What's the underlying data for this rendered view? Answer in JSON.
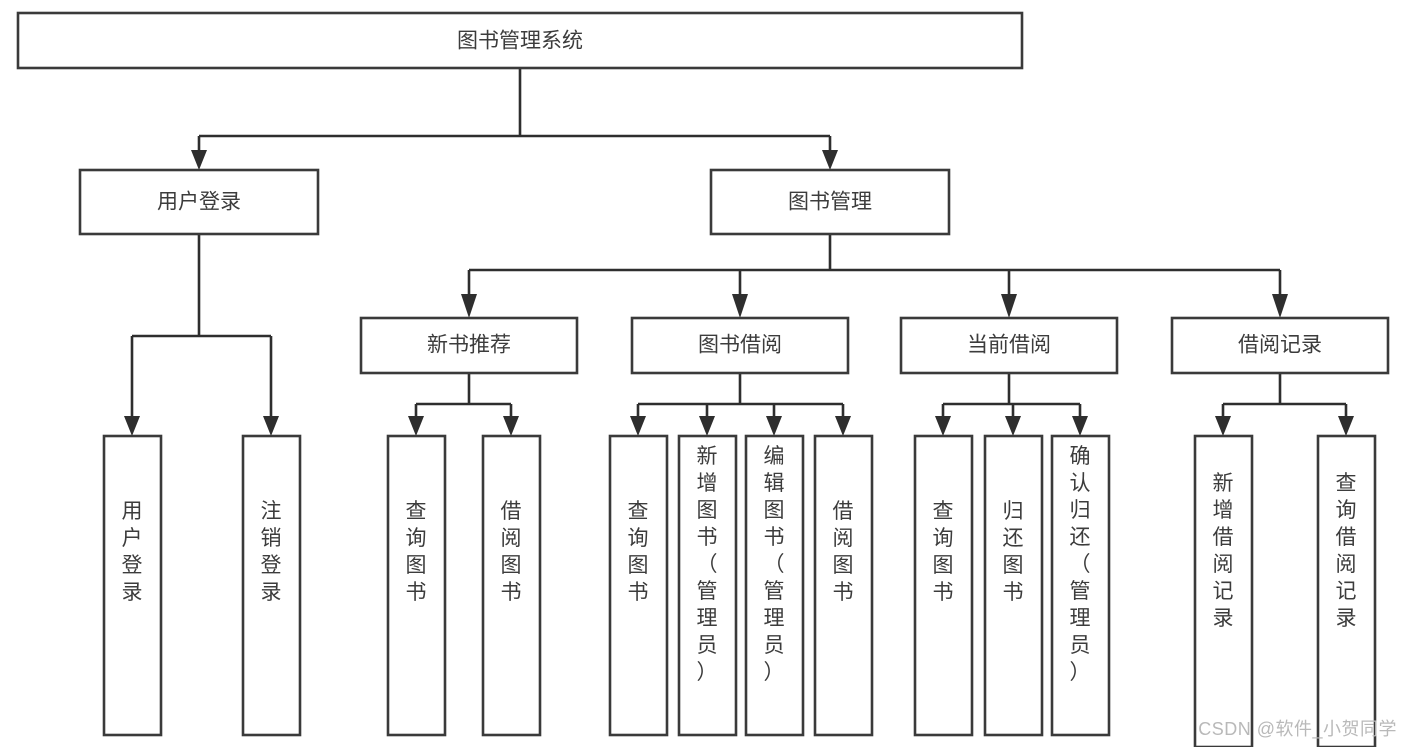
{
  "diagram": {
    "title": "图书管理系统",
    "type": "tree",
    "watermark": "CSDN @软件_小贺同学",
    "colors": {
      "box_stroke": "#3a3a3a",
      "box_fill": "#ffffff",
      "connector": "#2e2e2e",
      "text": "#3c3c3c",
      "watermark": "#b9b9b9",
      "background": "#ffffff"
    },
    "nodes": {
      "root": {
        "label": "图书管理系统"
      },
      "level1": [
        {
          "label": "用户登录"
        },
        {
          "label": "图书管理"
        }
      ],
      "level2": [
        {
          "label": "新书推荐"
        },
        {
          "label": "图书借阅"
        },
        {
          "label": "当前借阅"
        },
        {
          "label": "借阅记录"
        }
      ],
      "leaves": [
        {
          "label": "用户登录",
          "parent": "用户登录"
        },
        {
          "label": "注销登录",
          "parent": "用户登录"
        },
        {
          "label": "查询图书",
          "parent": "新书推荐"
        },
        {
          "label": "借阅图书",
          "parent": "新书推荐"
        },
        {
          "label": "查询图书",
          "parent": "图书借阅"
        },
        {
          "label": "新增图书（管理员）",
          "parent": "图书借阅"
        },
        {
          "label": "编辑图书（管理员）",
          "parent": "图书借阅"
        },
        {
          "label": "借阅图书",
          "parent": "图书借阅"
        },
        {
          "label": "查询图书",
          "parent": "当前借阅"
        },
        {
          "label": "归还图书",
          "parent": "当前借阅"
        },
        {
          "label": "确认归还（管理员）",
          "parent": "当前借阅"
        },
        {
          "label": "新增借阅记录",
          "parent": "借阅记录"
        },
        {
          "label": "查询借阅记录",
          "parent": "借阅记录"
        }
      ]
    }
  }
}
